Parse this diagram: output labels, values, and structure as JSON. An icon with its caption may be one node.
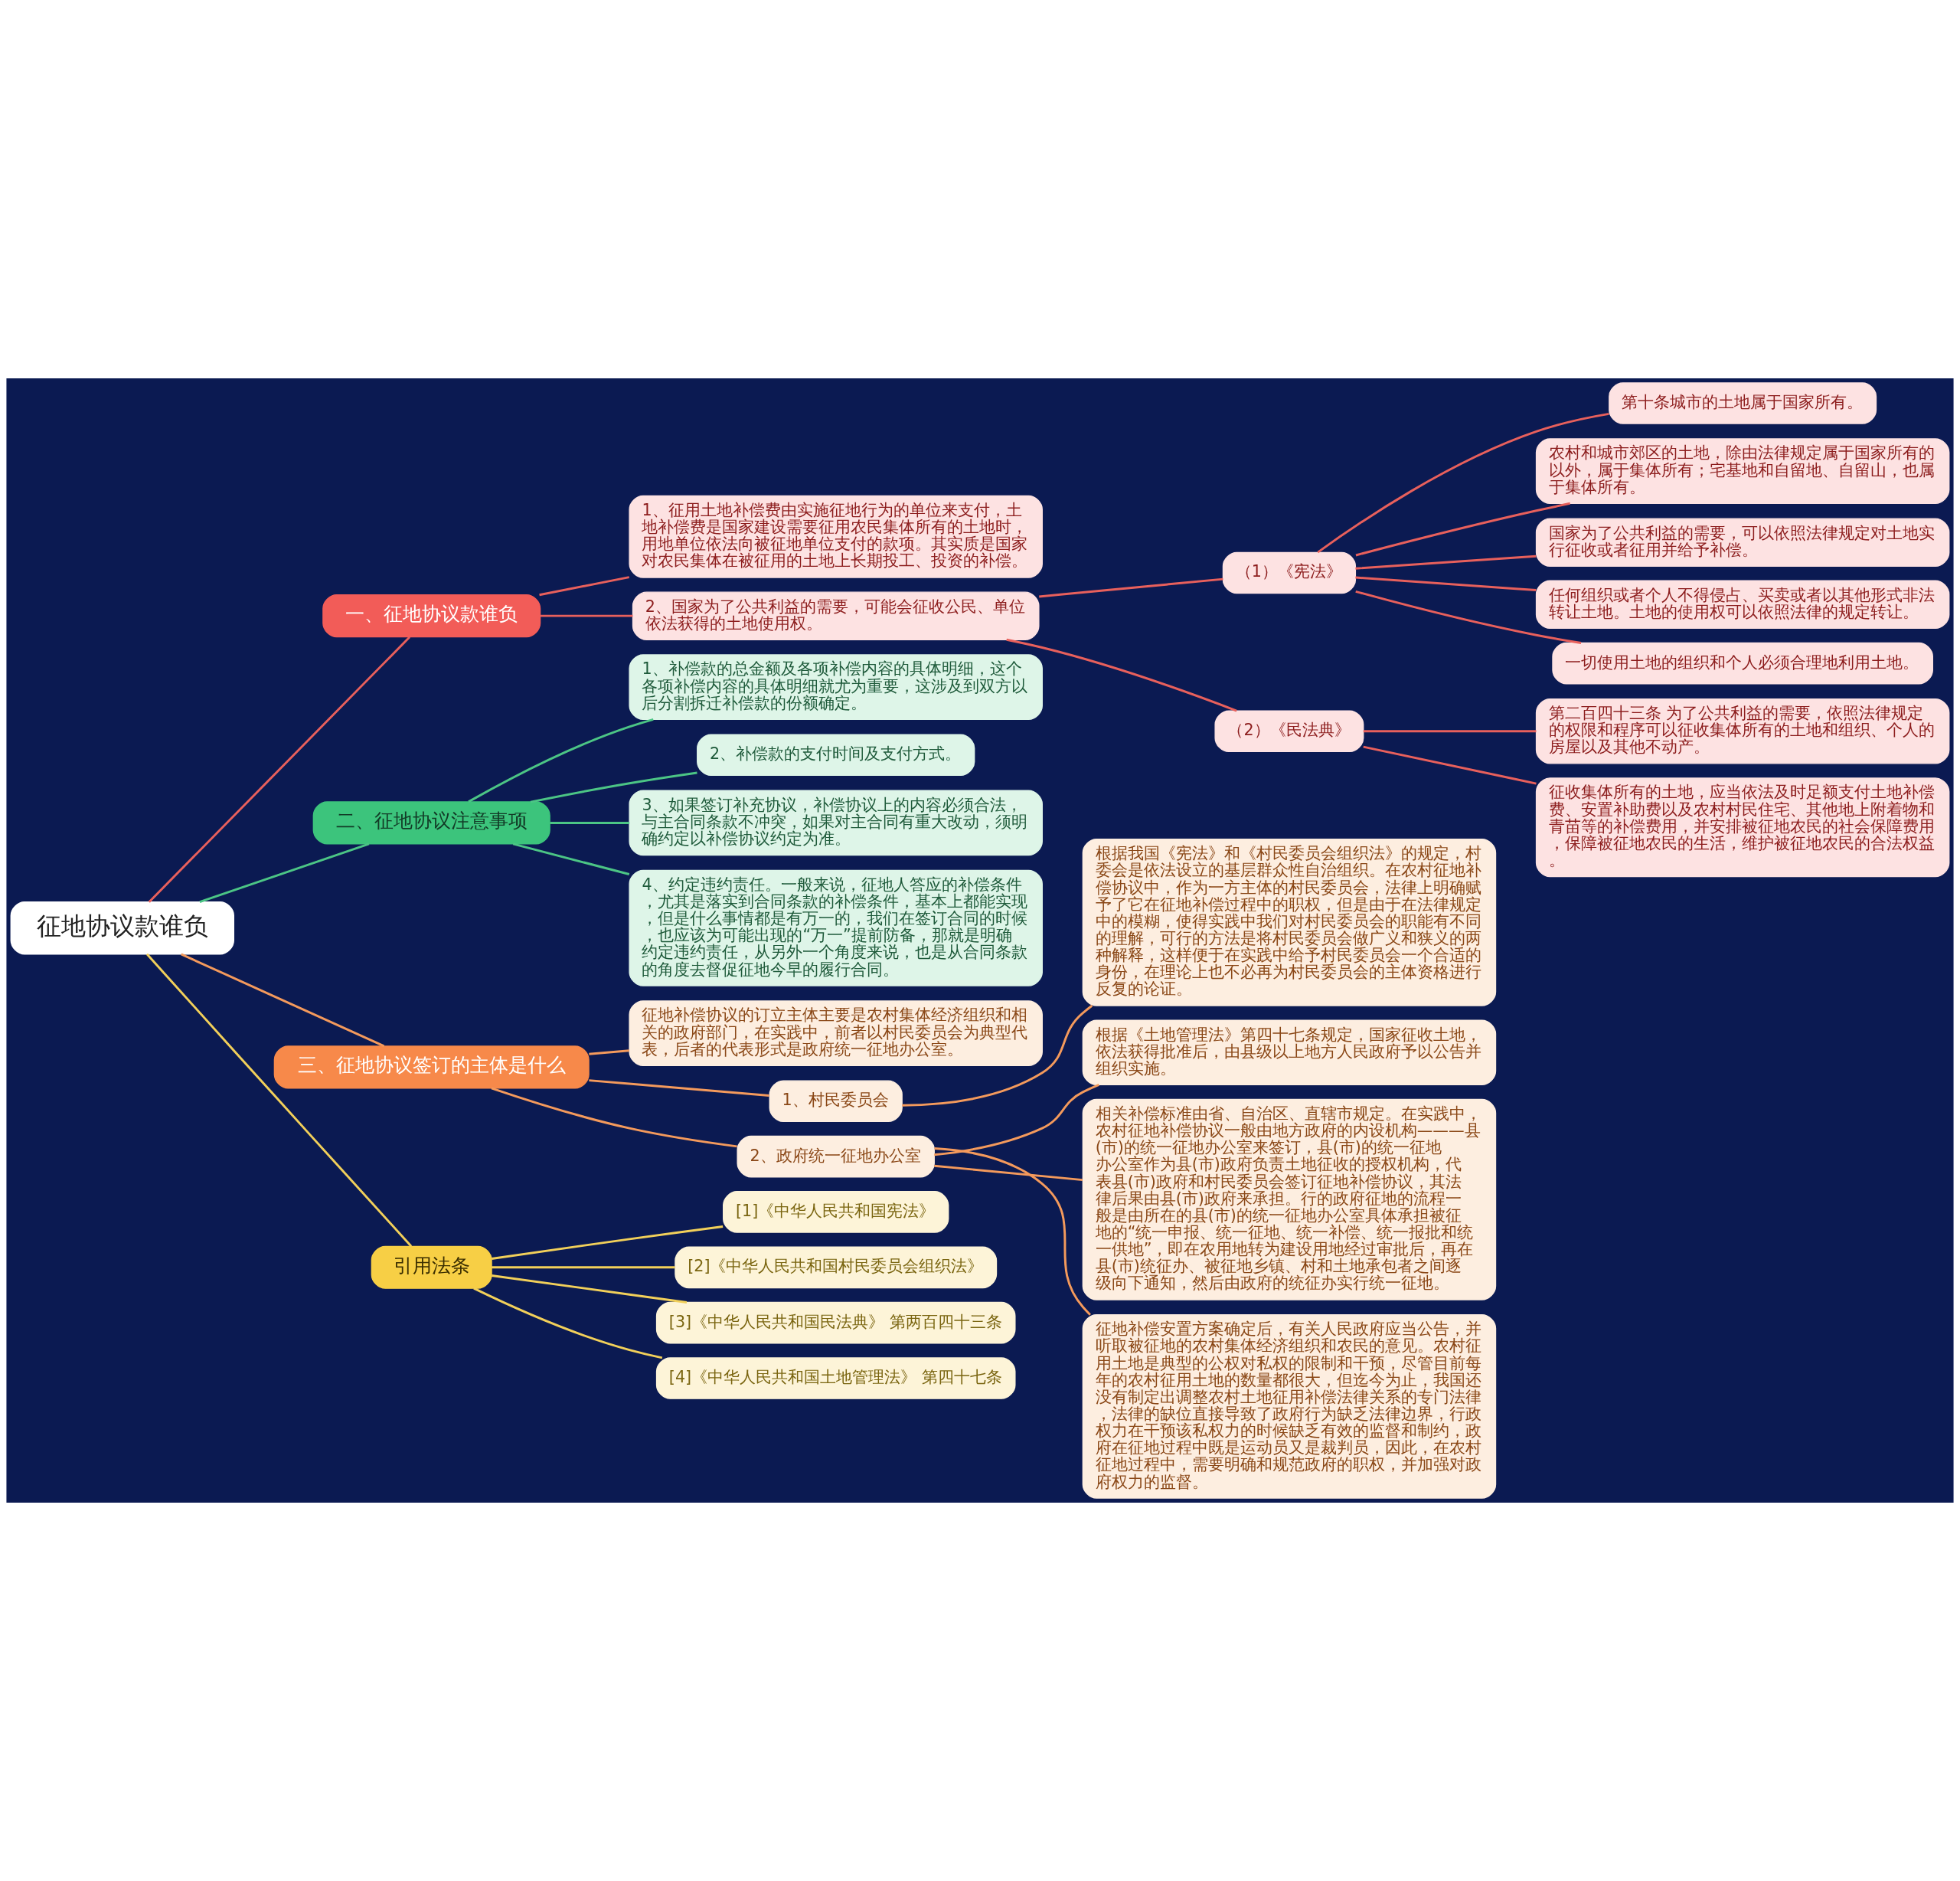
{
  "diagram": {
    "nodes": [
      {
        "text": [
          "征地协议款谁负"
        ]
      },
      {
        "text": [
          "一、征地协议款谁负"
        ]
      },
      {
        "text": [
          "1、征用土地补偿费由实施征地行为的单位来支付，土地补偿费是国家建设需要征用农民集体所有的土地时，用地单位依法向被征地单位支付的款项。其实质是国家对农民集体在被征用的土地上长期投工、投资的补偿。"
        ]
      },
      {
        "text": [
          "2、国家为了公共利益的需要，可能会征收公民、单位依法获得的土地使用权。"
        ]
      },
      {
        "text": [
          "（1）《宪法》"
        ]
      },
      {
        "text": [
          "第十条城市的土地属于国家所有。"
        ]
      },
      {
        "text": [
          "农村和城市郊区的土地，除由法律规定属于国家所有的以外，属于集体所有；宅基地和自留地、自留山，也属于集体所有。"
        ]
      },
      {
        "text": [
          "国家为了公共利益的需要，可以依照法律规定对土地实行征收或者征用并给予补偿。"
        ]
      },
      {
        "text": [
          "任何组织或者个人不得侵占、买卖或者以其他形式非法转让土地。土地的使用权可以依照法律的规定转让。"
        ]
      },
      {
        "text": [
          "一切使用土地的组织和个人必须合理地利用土地。"
        ]
      },
      {
        "text": [
          "（2）《民法典》"
        ]
      },
      {
        "text": [
          "第二百四十三条 为了公共利益的需要，依照法律规定的权限和程序可以征收集体所有的土地和组织、个人的房屋以及其他不动产。"
        ]
      },
      {
        "text": [
          "征收集体所有的土地，应当依法及时足额支付土地补偿费、安置补助费以及农村村民住宅、其他地上附着物和青苗等的补偿费用，并安排被征地农民的社会保障费用，保障被征地农民的生活，维护被征地农民的合法权益。"
        ]
      },
      {
        "text": [
          "二、征地协议注意事项"
        ]
      },
      {
        "text": [
          "1、补偿款的总金额及各项补偿内容的具体明细，这个各项补偿内容的具体明细就尤为重要，这涉及到双方以后分割拆迁补偿款的份额确定。"
        ]
      },
      {
        "text": [
          "2、补偿款的支付时间及支付方式。"
        ]
      },
      {
        "text": [
          "3、如果签订补充协议，补偿协议上的内容必须合法，与主合同条款不冲突，如果对主合同有重大改动，须明确约定以补偿协议约定为准。"
        ]
      },
      {
        "text": [
          "4、约定违约责任。一般来说，征地人答应的补偿条件，尤其是落实到合同条款的补偿条件，基本上都能实现，但是什么事情都是有万一的，我们在签订合同的时候，也应该为可能出现的“万一”提前防备，那就是明确约定违约责任，从另外一个角度来说，也是从合同条款的角度去督促征地今早的履行合同。"
        ]
      },
      {
        "text": [
          "三、征地协议签订的主体是什么"
        ]
      },
      {
        "text": [
          "征地补偿协议的订立主体主要是农村集体经济组织和相关的政府部门，在实践中，前者以村民委员会为典型代表，后者的代表形式是政府统一征地办公室。"
        ]
      },
      {
        "text": [
          "1、村民委员会"
        ]
      },
      {
        "text": [
          "根据我国《宪法》和《村民委员会组织法》的规定，村委会是依法设立的基层群众性自治组织。在农村征地补偿协议中，作为一方主体的村民委员会，法律上明确赋予了它在征地补偿过程中的职权，但是由于在法律规定中的模糊，使得实践中我们对村民委员会的职能有不同的理解，可行的方法是将村民委员会做广义和狭义的两种解释，这样便于在实践中给予村民委员会一个合适的身份，在理论上也不必再为村民委员会的主体资格进行反复的论证。"
        ]
      },
      {
        "text": [
          "2、政府统一征地办公室"
        ]
      },
      {
        "text": [
          "根据《土地管理法》第四十七条规定，国家征收土地，依法获得批准后，由县级以上地方人民政府予以公告并组织实施。"
        ]
      },
      {
        "text": [
          "相关补偿标准由省、自治区、直辖市规定。在实践中，农村征地补偿协议一般由地方政府的内设机构———县(市)的统一征地办公室来签订，县(市)的统一征地办公室作为县(市)政府负责土地征收的授权机构，代表县(市)政府和村民委员会签订征地补偿协议，其法律后果由县(市)政府来承担。行的政府征地的流程一般是由所在的县(市)的统一征地办公室具体承担被征地的“统一申报、统一征地、统一补偿、统一报批和统一供地”，即在农用地转为建设用地经过审批后，再在县(市)统征办、被征地乡镇、村和土地承包者之间逐级向下通知，然后由政府的统征办实行统一征地。"
        ]
      },
      {
        "text": [
          "征地补偿安置方案确定后，有关人民政府应当公告，并听取被征地的农村集体经济组织和农民的意见。农村征用土地是典型的公权对私权的限制和干预，尽管目前每年的农村征用土地的数量都很大，但迄今为止，我国还没有制定出调整农村土地征用补偿法律关系的专门法律，法律的缺位直接导致了政府行为缺乏法律边界，行政权力在干预该私权力的时候缺乏有效的监督和制约，政府在征地过程中既是运动员又是裁判员，因此，在农村征地过程中，需要明确和规范政府的职权，并加强对政府权力的监督。"
        ]
      },
      {
        "text": [
          "引用法条"
        ]
      },
      {
        "text": [
          "[1]《中华人民共和国宪法》"
        ]
      },
      {
        "text": [
          "[2]《中华人民共和国村民委员会组织法》"
        ]
      },
      {
        "text": [
          "[3]《中华人民共和国民法典》 第两百四十三条"
        ]
      },
      {
        "text": [
          "[4]《中华人民共和国土地管理法》 第四十七条"
        ]
      }
    ],
    "edges": [
      {
        "from": 0,
        "to": 1,
        "arrow": "none",
        "color": "#e8605c"
      },
      {
        "from": 1,
        "to": 2,
        "arrow": "none",
        "color": "#e8605c"
      },
      {
        "from": 1,
        "to": 3,
        "arrow": "none",
        "color": "#e8605c"
      },
      {
        "from": 3,
        "to": 4,
        "arrow": "none",
        "color": "#e8605c"
      },
      {
        "from": 4,
        "to": 5,
        "arrow": "none",
        "color": "#e8605c"
      },
      {
        "from": 4,
        "to": 6,
        "arrow": "none",
        "color": "#e8605c"
      },
      {
        "from": 4,
        "to": 7,
        "arrow": "none",
        "color": "#e8605c"
      },
      {
        "from": 4,
        "to": 8,
        "arrow": "none",
        "color": "#e8605c"
      },
      {
        "from": 4,
        "to": 9,
        "arrow": "none",
        "color": "#e8605c"
      },
      {
        "from": 3,
        "to": 10,
        "arrow": "none",
        "color": "#e8605c"
      },
      {
        "from": 10,
        "to": 11,
        "arrow": "none",
        "color": "#e8605c"
      },
      {
        "from": 10,
        "to": 12,
        "arrow": "none",
        "color": "#e8605c"
      },
      {
        "from": 0,
        "to": 13,
        "arrow": "none",
        "color": "#4cc585"
      },
      {
        "from": 13,
        "to": 14,
        "arrow": "none",
        "color": "#4cc585"
      },
      {
        "from": 13,
        "to": 15,
        "arrow": "none",
        "color": "#4cc585"
      },
      {
        "from": 13,
        "to": 16,
        "arrow": "none",
        "color": "#4cc585"
      },
      {
        "from": 13,
        "to": 17,
        "arrow": "none",
        "color": "#4cc585"
      },
      {
        "from": 0,
        "to": 18,
        "arrow": "none",
        "color": "#f49a5c"
      },
      {
        "from": 18,
        "to": 19,
        "arrow": "none",
        "color": "#f49a5c"
      },
      {
        "from": 18,
        "to": 20,
        "arrow": "none",
        "color": "#f49a5c"
      },
      {
        "from": 20,
        "to": 21,
        "arrow": "none",
        "color": "#f49a5c"
      },
      {
        "from": 18,
        "to": 22,
        "arrow": "none",
        "color": "#f49a5c"
      },
      {
        "from": 22,
        "to": 23,
        "arrow": "none",
        "color": "#f49a5c"
      },
      {
        "from": 22,
        "to": 24,
        "arrow": "none",
        "color": "#f49a5c"
      },
      {
        "from": 22,
        "to": 25,
        "arrow": "none",
        "color": "#f49a5c"
      },
      {
        "from": 0,
        "to": 26,
        "arrow": "none",
        "color": "#f2d05a"
      },
      {
        "from": 26,
        "to": 27,
        "arrow": "none",
        "color": "#f2d05a"
      },
      {
        "from": 26,
        "to": 28,
        "arrow": "none",
        "color": "#f2d05a"
      },
      {
        "from": 26,
        "to": 29,
        "arrow": "none",
        "color": "#f2d05a"
      },
      {
        "from": 26,
        "to": 30,
        "arrow": "none",
        "color": "#f2d05a"
      }
    ]
  }
}
